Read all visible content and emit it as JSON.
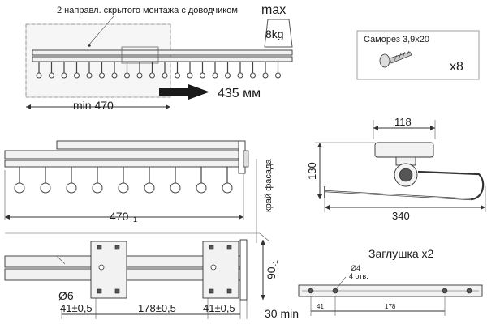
{
  "labels": {
    "rail_note": "2 направл. скрытого монтажа с доводчиком",
    "max": "max",
    "weight": "8kg",
    "screw": "Саморез 3,9x20",
    "screw_qty": "x8",
    "min_width": "min 470",
    "extension": "435 мм",
    "length": "470",
    "length_tol": "-1",
    "facade_edge": "край фасада",
    "bracket_width": "118",
    "height": "130",
    "hanger_len": "340",
    "cap_title": "Заглушка x2",
    "hole_dia": "Ø4",
    "hole_count": "4 отв.",
    "cap_d1": "41",
    "cap_d2": "178",
    "depth": "90",
    "depth_tol": "-1",
    "hole6": "Ø6",
    "d41a": "41±0,5",
    "d178": "178±0,5",
    "d41b": "41±0,5",
    "min30": "30 min"
  },
  "colors": {
    "line": "#333333",
    "part_fill": "#f2f2f2",
    "arrow": "#1a1a1a"
  }
}
